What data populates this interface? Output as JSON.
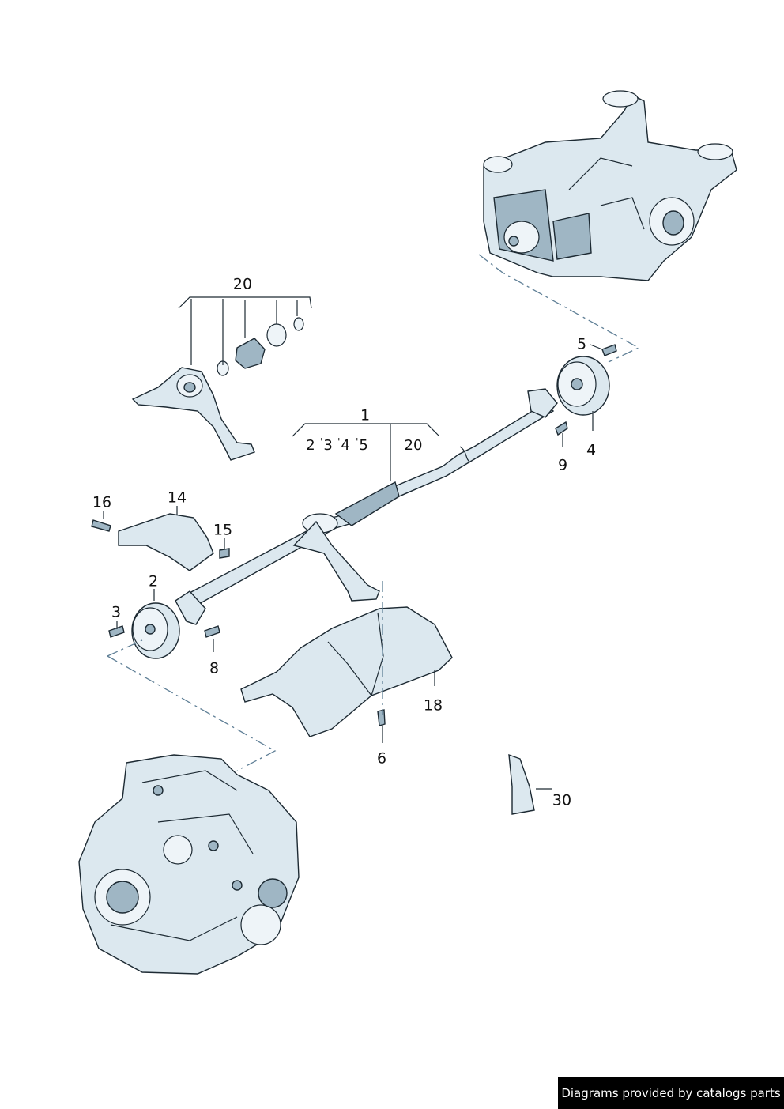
{
  "callouts": {
    "c20_top": "20",
    "c1": "1",
    "c2_group": "2",
    "c3_group": "3",
    "c4_group": "4",
    "c5_group": "5",
    "c20_group": "20",
    "c5": "5",
    "c4": "4",
    "c9": "9",
    "c16": "16",
    "c14": "14",
    "c15": "15",
    "c2": "2",
    "c3": "3",
    "c8": "8",
    "c18": "18",
    "c6": "6",
    "c30": "30"
  },
  "footer": {
    "credit": "Diagrams provided by catalogs parts"
  },
  "colors": {
    "line": "#1d2a33",
    "fill": "#dce8ef",
    "shade": "#9fb6c4",
    "dashed": "#5f7f96"
  },
  "icons": [
    "rear-differential",
    "gearbox",
    "propeller-shaft",
    "center-bearing-bracket",
    "flex-coupling",
    "heat-shield",
    "grease-tube"
  ]
}
